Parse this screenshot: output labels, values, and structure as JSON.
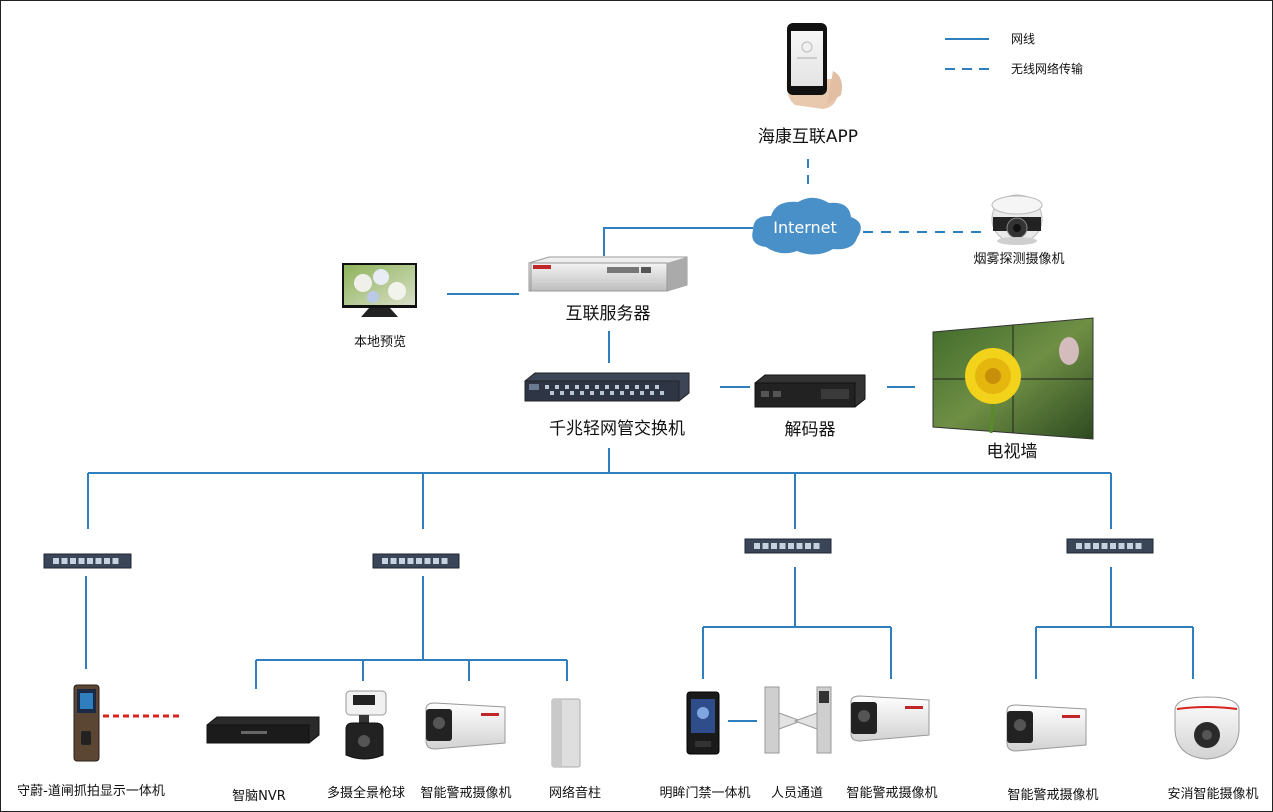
{
  "legend": {
    "wired": "网线",
    "wireless": "无线网络传输"
  },
  "nodes": {
    "app": "海康互联APP",
    "internet": "Internet",
    "smoke_camera": "烟雾探测摄像机",
    "server": "互联服务器",
    "local_preview": "本地预览",
    "core_switch": "千兆轻网管交换机",
    "decoder": "解码器",
    "video_wall": "电视墙",
    "gate_terminal": "守蔚-道闸抓拍显示一体机",
    "nvr": "智脑NVR",
    "ptz_camera": "多摄全景枪球",
    "smart_camera_1": "智能警戒摄像机",
    "speaker": "网络音柱",
    "access_terminal": "明眸门禁一体机",
    "turnstile": "人员通道",
    "smart_camera_2": "智能警戒摄像机",
    "smart_camera_3": "智能警戒摄像机",
    "dome_camera": "安消智能摄像机"
  },
  "colors": {
    "link": "#2f7fbf",
    "cloud": "#4a90c8",
    "barrier": "#d9231e"
  }
}
